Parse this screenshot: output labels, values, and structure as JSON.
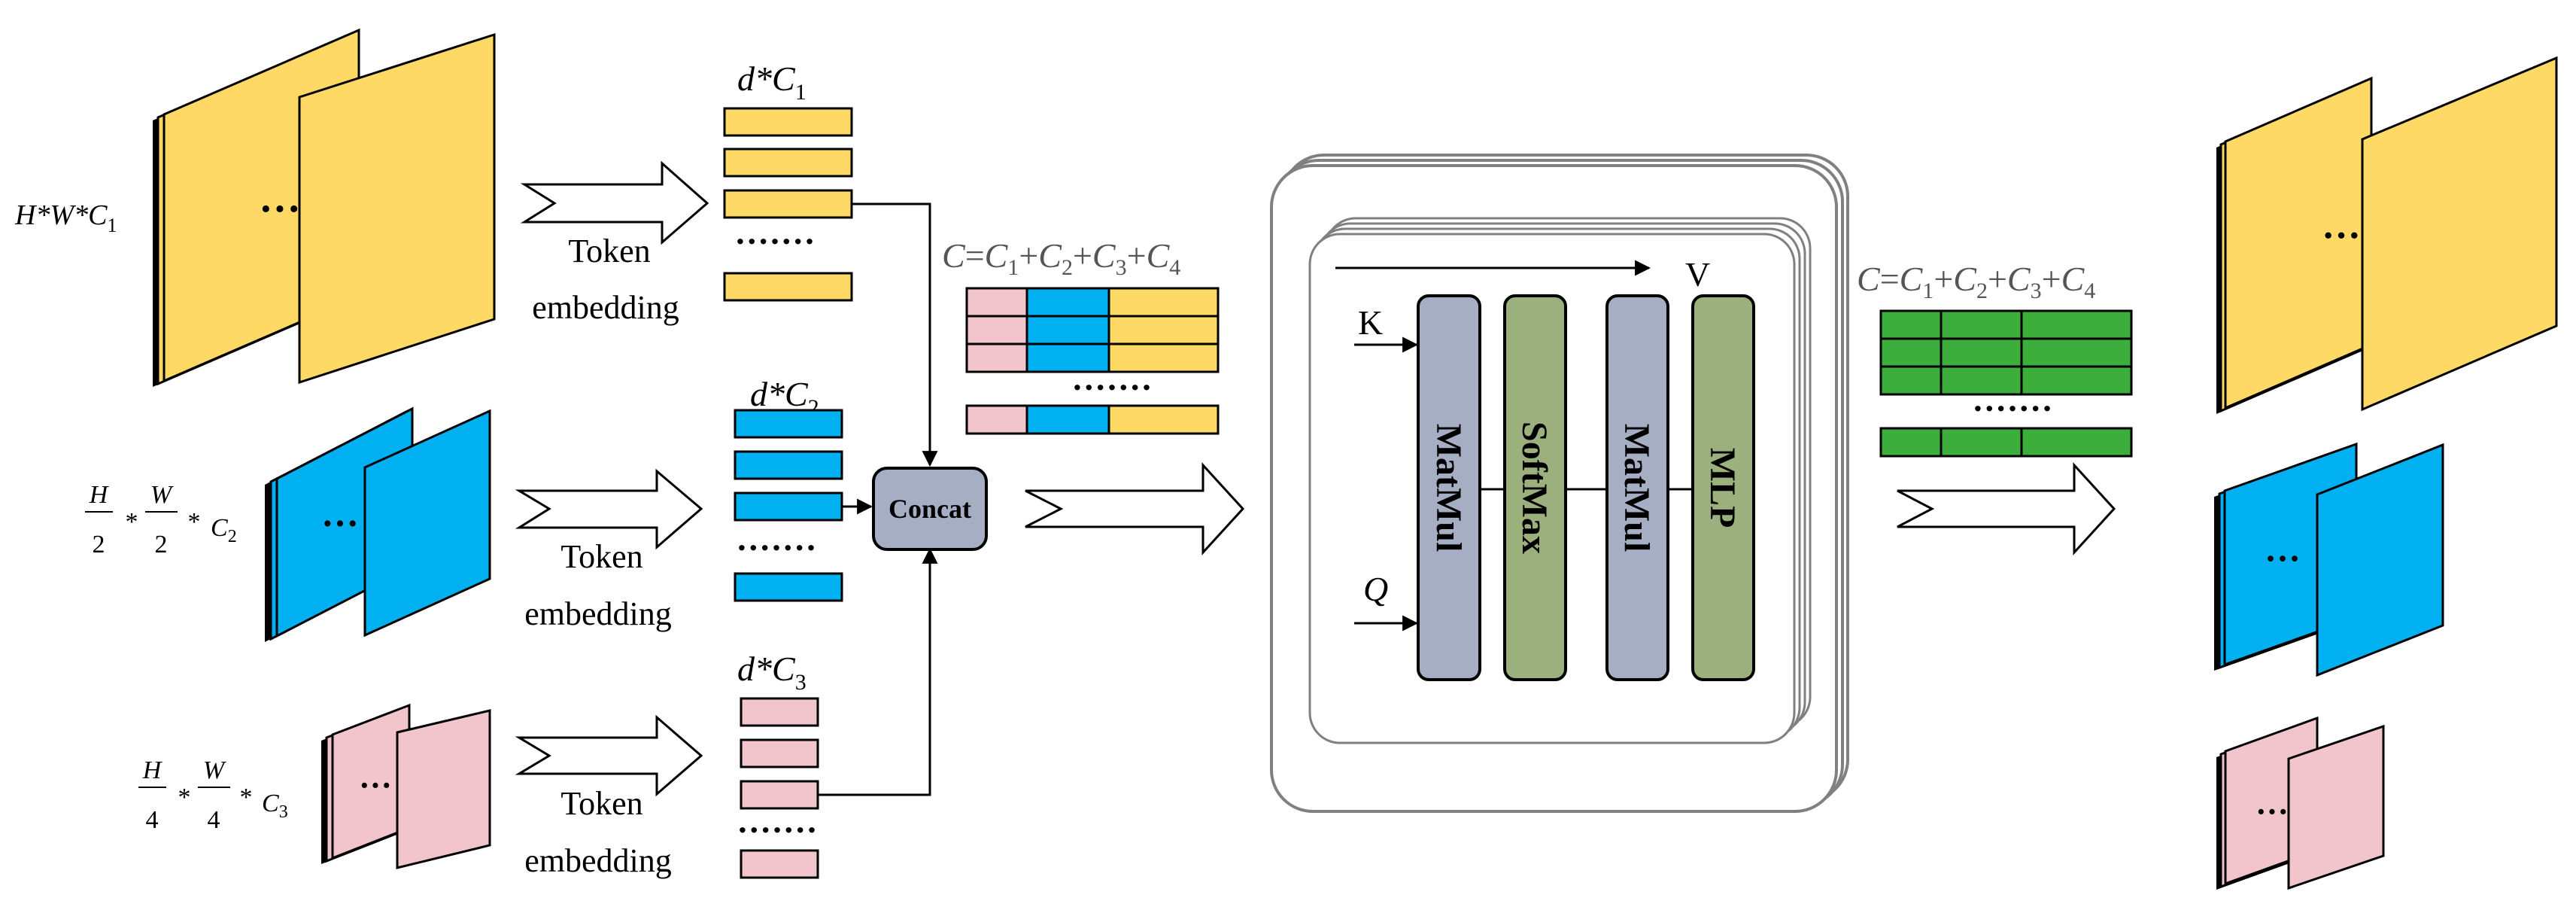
{
  "colors": {
    "yellow": "#FFD966",
    "blue": "#00B0F0",
    "pink": "#F2C4CC",
    "green": "#3BAE3B",
    "gray_block": "#A6AEC4",
    "olive_block": "#9CB07E",
    "concat_fill": "#A6AEC4",
    "stroke": "#000000",
    "frame": "#808080"
  },
  "inputs": [
    {
      "dims": "H*W*C",
      "sub": "1",
      "color": "yellow",
      "ellipsis": "···"
    },
    {
      "frac1_num": "H",
      "frac1_den": "2",
      "frac2_num": "W",
      "frac2_den": "2",
      "ch": "C",
      "sub": "2",
      "color": "blue",
      "ellipsis": "···"
    },
    {
      "frac1_num": "H",
      "frac1_den": "4",
      "frac2_num": "W",
      "frac2_den": "4",
      "ch": "C",
      "sub": "3",
      "color": "pink",
      "ellipsis": "···"
    }
  ],
  "embedding": {
    "line1": "Token",
    "line2": "embedding"
  },
  "tokens": [
    {
      "label": "d*C",
      "sub": "1",
      "dots": "·······"
    },
    {
      "label": "d*C",
      "sub": "2",
      "dots": "·······"
    },
    {
      "label": "d*C",
      "sub": "3",
      "dots": "·······"
    }
  ],
  "concat_label": "Concat",
  "concat_formula": {
    "lhs": "C",
    "eq": "=",
    "terms": [
      "C",
      "C",
      "C",
      "C"
    ],
    "subs": [
      "1",
      "2",
      "3",
      "4"
    ],
    "plus": "+"
  },
  "concat_dots": "·······",
  "attention": {
    "k": "K",
    "q": "Q",
    "v": "V",
    "blocks": [
      "MatMul",
      "SoftMax",
      "MatMul",
      "MLP"
    ]
  },
  "output_formula": {
    "lhs": "C",
    "eq": "=",
    "terms": [
      "C",
      "C",
      "C",
      "C"
    ],
    "subs": [
      "1",
      "2",
      "3",
      "4"
    ],
    "plus": "+"
  },
  "output_dots": "·······",
  "outputs": [
    {
      "color": "yellow",
      "ellipsis": "···"
    },
    {
      "color": "blue",
      "ellipsis": "···"
    },
    {
      "color": "pink",
      "ellipsis": "···"
    }
  ]
}
